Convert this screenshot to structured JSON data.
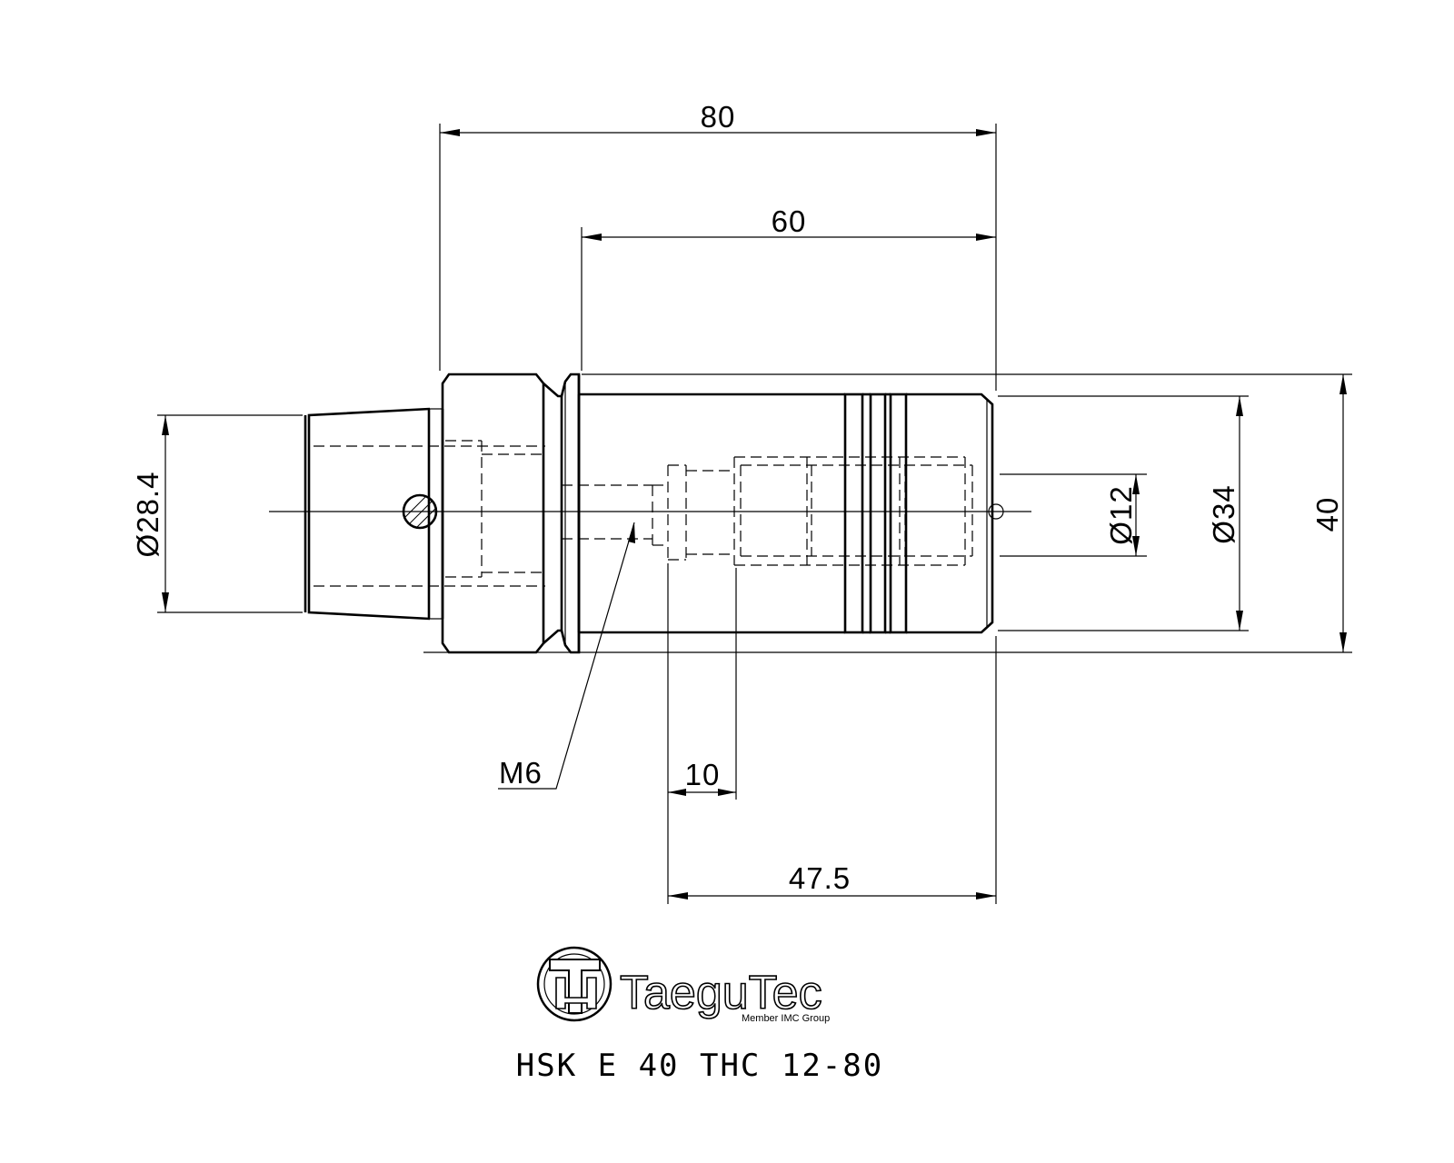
{
  "drawing": {
    "dimensions": {
      "overall_length": "80",
      "body_length": "60",
      "shank_diameter": "Ø28.4",
      "bore_diameter": "Ø12",
      "nose_diameter": "Ø34",
      "flange_diameter": "40",
      "thread": "M6",
      "bore_step": "10",
      "bore_depth": "47.5"
    },
    "logo": {
      "brand": "TaeguTec",
      "tagline": "Member IMC Group"
    },
    "designation": "HSK E 40 THC 12-80"
  }
}
